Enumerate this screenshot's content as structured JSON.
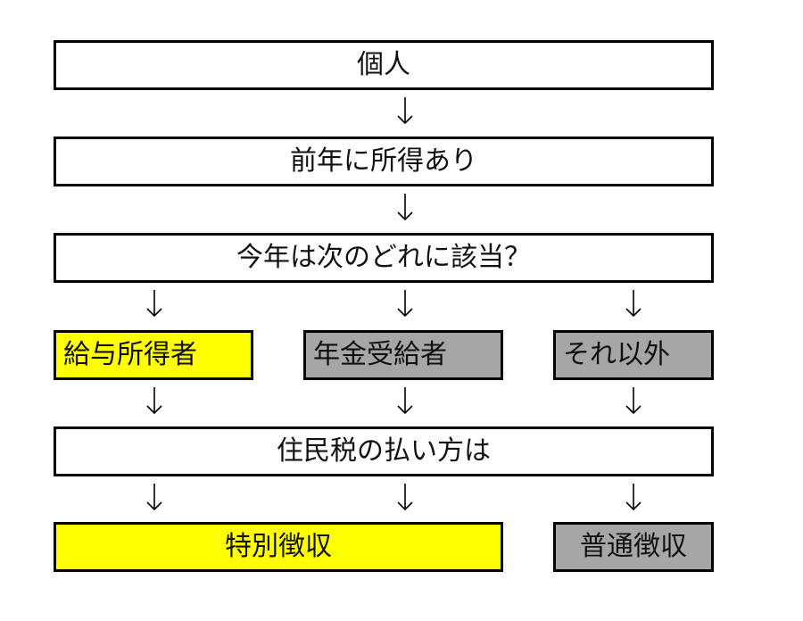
{
  "nodes": {
    "individual": "個人",
    "prior_income": "前年に所得あり",
    "question": "今年は次のどれに該当？",
    "salary_earner": "給与所得者",
    "pension_recipient": "年金受給者",
    "other": "それ以外",
    "payment_method": "住民税の払い方は",
    "special_collection": "特別徴収",
    "ordinary_collection": "普通徴収"
  },
  "colors": {
    "highlight": "#ffff00",
    "neutral": "#a6a6a6",
    "default": "#ffffff",
    "border": "#000000"
  },
  "edges": [
    [
      "individual",
      "prior_income"
    ],
    [
      "prior_income",
      "question"
    ],
    [
      "question",
      "salary_earner"
    ],
    [
      "question",
      "pension_recipient"
    ],
    [
      "question",
      "other"
    ],
    [
      "salary_earner",
      "payment_method"
    ],
    [
      "pension_recipient",
      "payment_method"
    ],
    [
      "other",
      "payment_method"
    ],
    [
      "payment_method",
      "special_collection"
    ],
    [
      "payment_method",
      "special_collection"
    ],
    [
      "payment_method",
      "ordinary_collection"
    ]
  ]
}
